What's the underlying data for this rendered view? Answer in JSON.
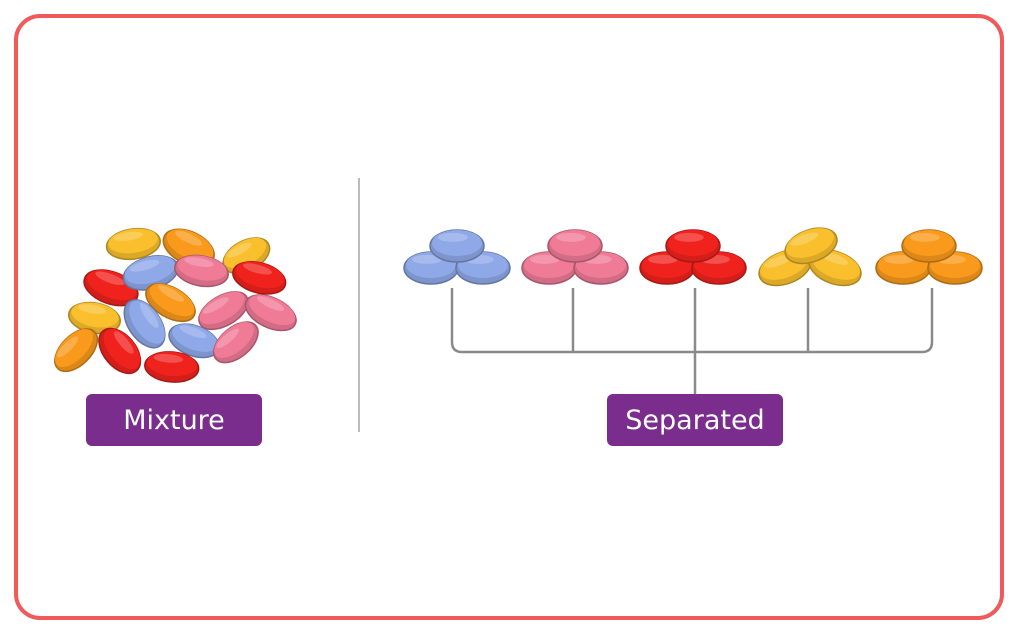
{
  "labels": {
    "mixture": "Mixture",
    "separated": "Separated"
  },
  "colors": {
    "frame": "#f05a5a",
    "label_bg": "#7b2d8e",
    "label_text": "#ffffff",
    "divider": "#bbbbbb",
    "connector": "#8a8a8a",
    "blue": "#8fa8e8",
    "pink": "#f07b97",
    "red": "#f0221e",
    "yellow": "#f9bf2c",
    "orange": "#f99a1c"
  },
  "mixture_candies": [
    "yellow",
    "orange",
    "yellow",
    "red",
    "blue",
    "pink",
    "red",
    "yellow",
    "orange",
    "blue",
    "pink",
    "pink",
    "red",
    "blue",
    "orange",
    "pink",
    "red"
  ],
  "separated_groups": [
    {
      "color": "blue"
    },
    {
      "color": "pink"
    },
    {
      "color": "red"
    },
    {
      "color": "yellow"
    },
    {
      "color": "orange"
    }
  ]
}
